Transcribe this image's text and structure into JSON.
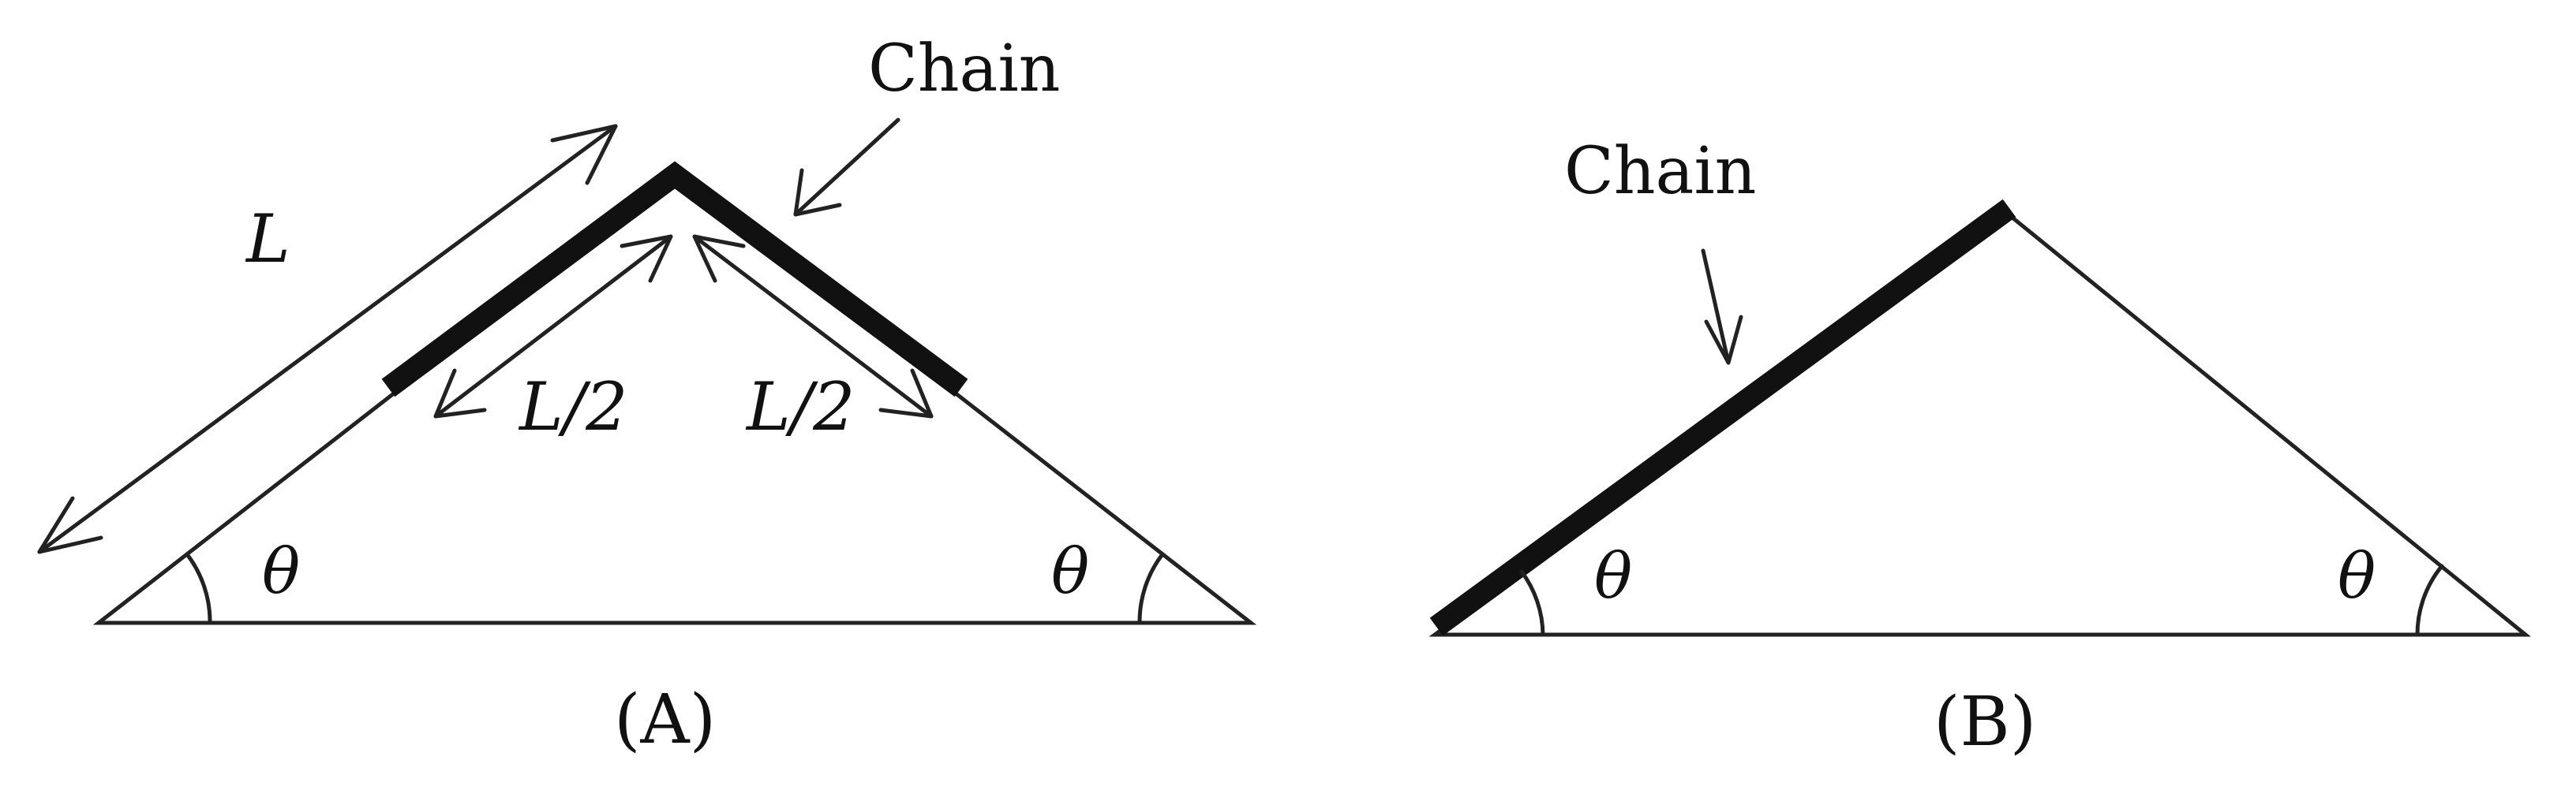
{
  "figure_a": {
    "chain_label": "Chain",
    "total_length_label": "L",
    "half_left_label": "L/2",
    "half_right_label": "L/2",
    "angle_left_label": "θ",
    "angle_right_label": "θ",
    "caption": "(A)"
  },
  "figure_b": {
    "chain_label": "Chain",
    "angle_left_label": "θ",
    "angle_right_label": "θ",
    "caption": "(B)"
  }
}
